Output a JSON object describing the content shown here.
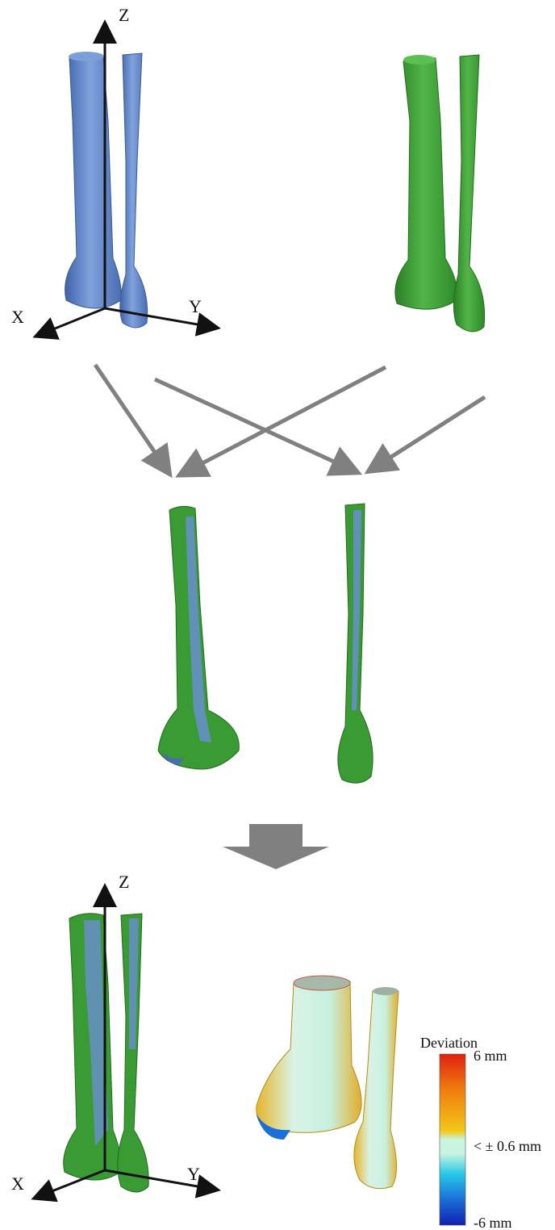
{
  "axes_top": {
    "z": "Z",
    "x": "X",
    "y": "Y"
  },
  "axes_bottom": {
    "z": "Z",
    "x": "X",
    "y": "Y"
  },
  "legend": {
    "title": "Deviation",
    "max_label": "6 mm",
    "mid_label": "< ± 0.6 mm",
    "min_label": "-6 mm"
  },
  "colors": {
    "blue_bone": "#5b7fc1",
    "green_bone": "#3a9a34",
    "arrow_gray": "#808080",
    "deviation_yellow": "#e6b52a",
    "deviation_cyan": "#c8f5e0"
  }
}
